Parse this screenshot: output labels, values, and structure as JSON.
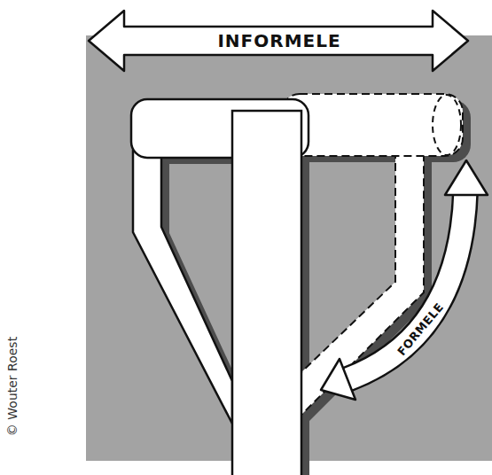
{
  "diagram": {
    "labels": [
      "INFORMELE",
      "FORMELE",
      "© Wouter Roest"
    ]
  }
}
